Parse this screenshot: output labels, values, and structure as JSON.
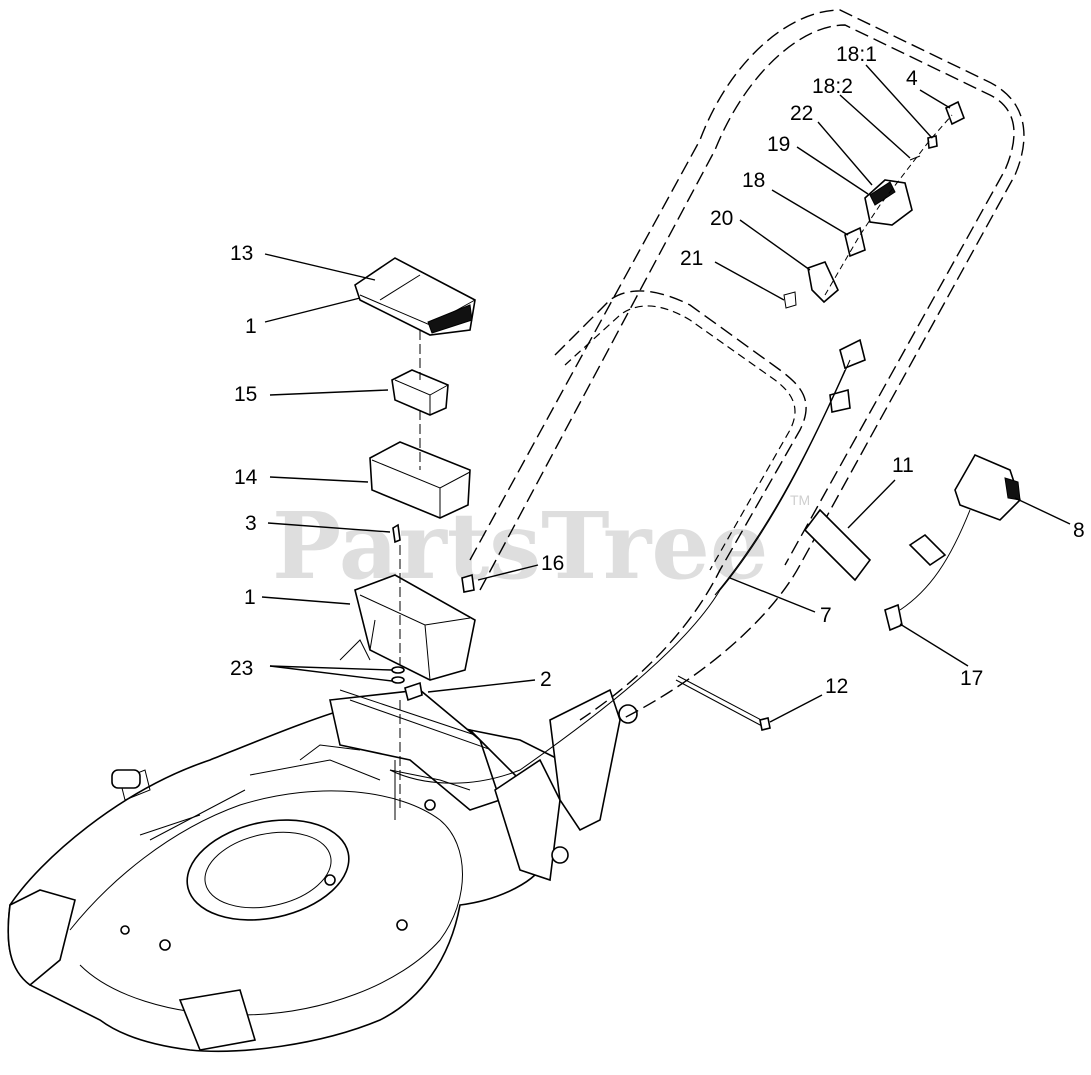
{
  "watermark": {
    "text": "PartsTree",
    "trademark": "TM"
  },
  "callouts": {
    "c13": "13",
    "c1_top": "1",
    "c15": "15",
    "c14": "14",
    "c3": "3",
    "c1_mid": "1",
    "c16": "16",
    "c23": "23",
    "c2": "2",
    "c18_1": "18:1",
    "c4": "4",
    "c18_2": "18:2",
    "c22": "22",
    "c19": "19",
    "c18": "18",
    "c20": "20",
    "c21": "21",
    "c11": "11",
    "c8": "8",
    "c7": "7",
    "c17": "17",
    "c12": "12"
  }
}
